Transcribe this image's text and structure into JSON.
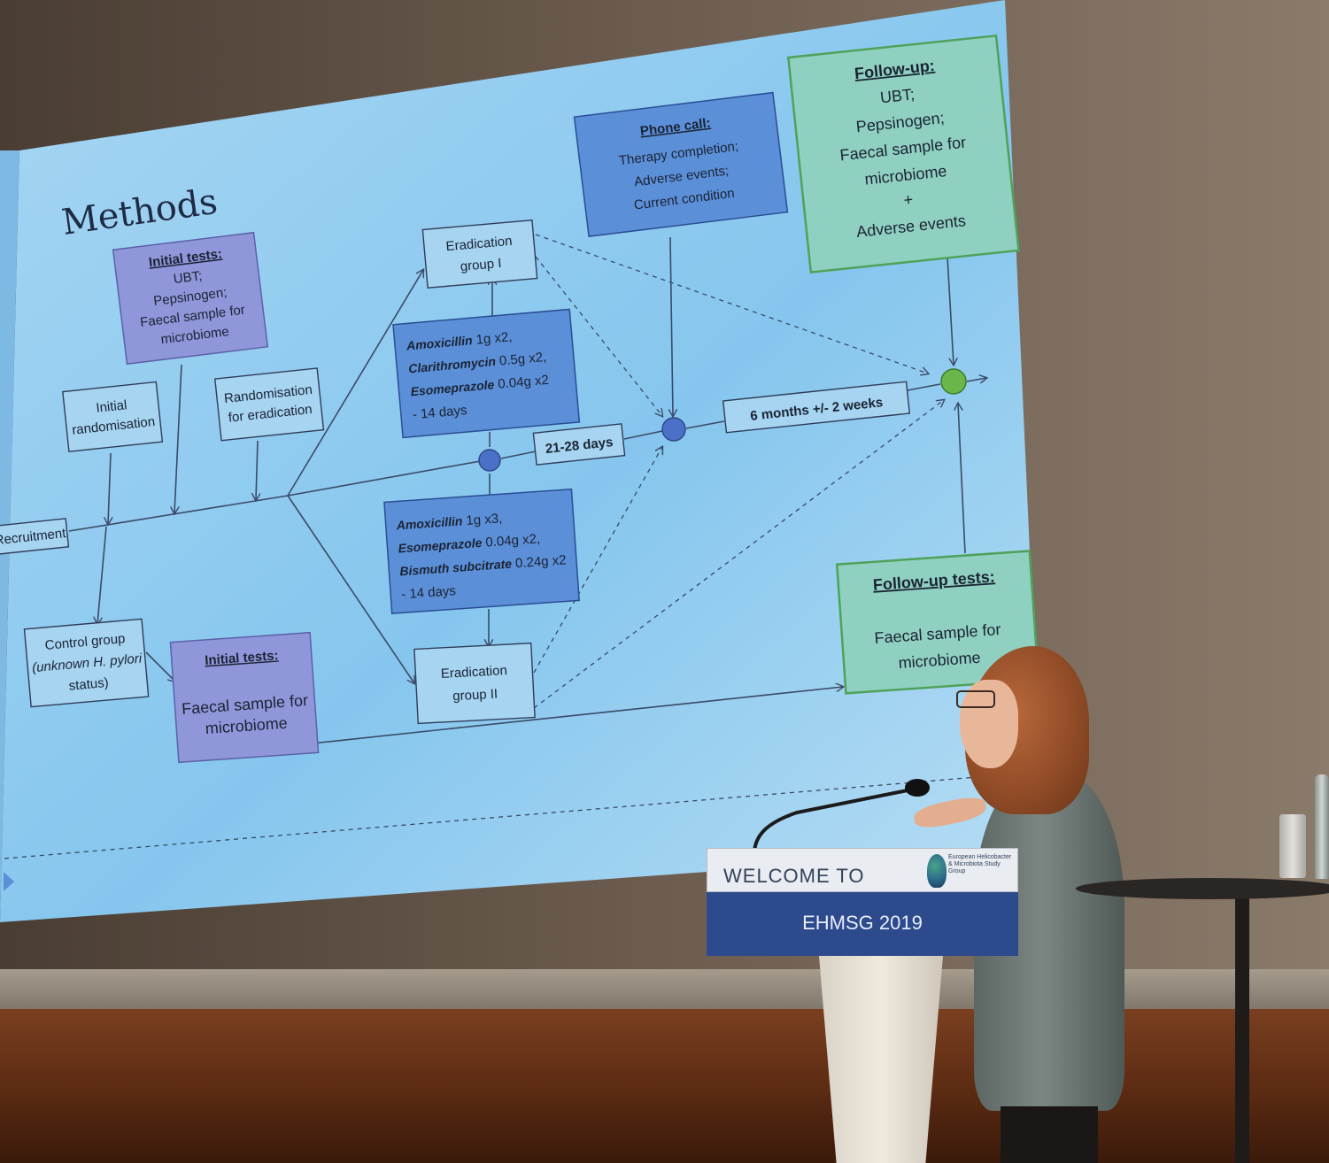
{
  "slide": {
    "title": "Methods",
    "initial_tests_top": {
      "heading": "Initial tests:",
      "lines": [
        "UBT;",
        "Pepsinogen;",
        "Faecal sample for",
        "microbiome"
      ]
    },
    "initial_randomisation": [
      "Initial",
      "randomisation"
    ],
    "randomisation_eradication": [
      "Randomisation",
      "for eradication"
    ],
    "recruitment": "Recruitment",
    "control_group": [
      "Control group",
      "(unknown H. pylori",
      "status)"
    ],
    "initial_tests_bottom": {
      "heading": "Initial tests:",
      "lines": [
        "Faecal sample for",
        "microbiome"
      ]
    },
    "eradication_group_1": [
      "Eradication",
      "group I"
    ],
    "eradication_group_2": [
      "Eradication",
      "group II"
    ],
    "regimen_1": {
      "lines": [
        {
          "drug": "Amoxicillin",
          "dose": " 1g x2,"
        },
        {
          "drug": "Clarithromycin",
          "dose": " 0.5g x2,"
        },
        {
          "drug": "Esomeprazole",
          "dose": " 0.04g x2"
        }
      ],
      "duration": "- 14 days"
    },
    "regimen_2": {
      "lines": [
        {
          "drug": "Amoxicillin",
          "dose": " 1g x3,"
        },
        {
          "drug": "Esomeprazole",
          "dose": " 0.04g x2,"
        },
        {
          "drug": "Bismuth subcitrate",
          "dose": " 0.24g x2"
        }
      ],
      "duration": "- 14 days"
    },
    "interval_1": "21-28 days",
    "interval_2": "6 months +/- 2 weeks",
    "phone_call": {
      "heading": "Phone call:",
      "lines": [
        "Therapy completion;",
        "Adverse events;",
        "Current condition"
      ]
    },
    "follow_up": {
      "heading": "Follow-up:",
      "lines": [
        "UBT;",
        "Pepsinogen;",
        "Faecal sample for",
        "microbiome",
        "+",
        "Adverse events"
      ]
    },
    "follow_up_tests": {
      "heading": "Follow-up tests:",
      "lines": [
        "Faecal sample for",
        "microbiome"
      ]
    }
  },
  "podium": {
    "welcome": "WELCOME TO",
    "event": "EHMSG 2019",
    "logo_text": "European Helicobacter & Microbiota Study Group"
  },
  "colors": {
    "screen_light": "#b4dcf4",
    "screen_mid": "#7cc0ea",
    "box_purple": "#8f96d9",
    "box_blue": "#5b8fd8",
    "box_green": "#8fd0c0",
    "box_green_border": "#4fa25a",
    "node_blue": "#4b70c8",
    "node_green": "#6bb64a"
  }
}
